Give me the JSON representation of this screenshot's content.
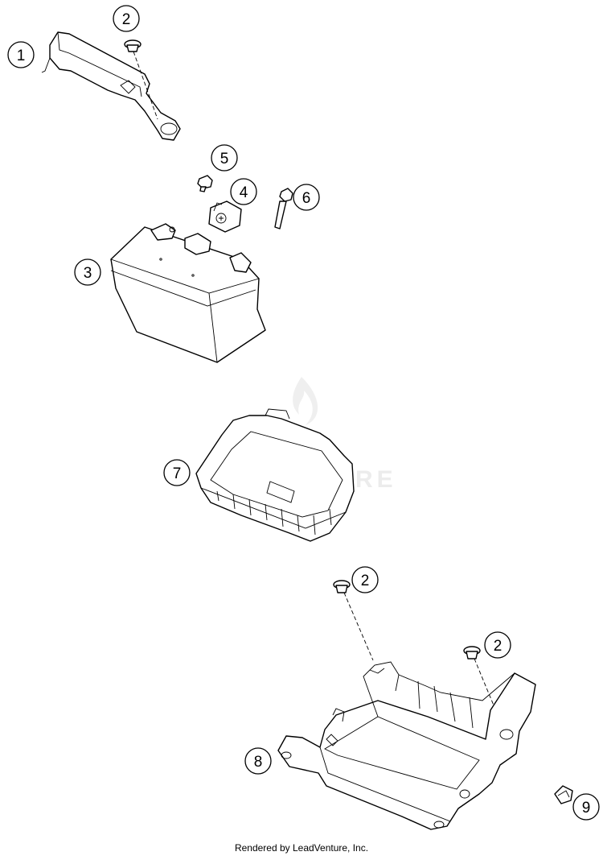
{
  "watermark": "ADVENTURE",
  "footer": "Rendered by LeadVenture, Inc.",
  "callouts": [
    {
      "id": "c1a",
      "label": "1"
    },
    {
      "id": "c2a",
      "label": "2"
    },
    {
      "id": "c5",
      "label": "5"
    },
    {
      "id": "c4",
      "label": "4"
    },
    {
      "id": "c6",
      "label": "6"
    },
    {
      "id": "c3",
      "label": "3"
    },
    {
      "id": "c7",
      "label": "7"
    },
    {
      "id": "c2b",
      "label": "2"
    },
    {
      "id": "c2c",
      "label": "2"
    },
    {
      "id": "c8",
      "label": "8"
    },
    {
      "id": "c9",
      "label": "9"
    }
  ]
}
